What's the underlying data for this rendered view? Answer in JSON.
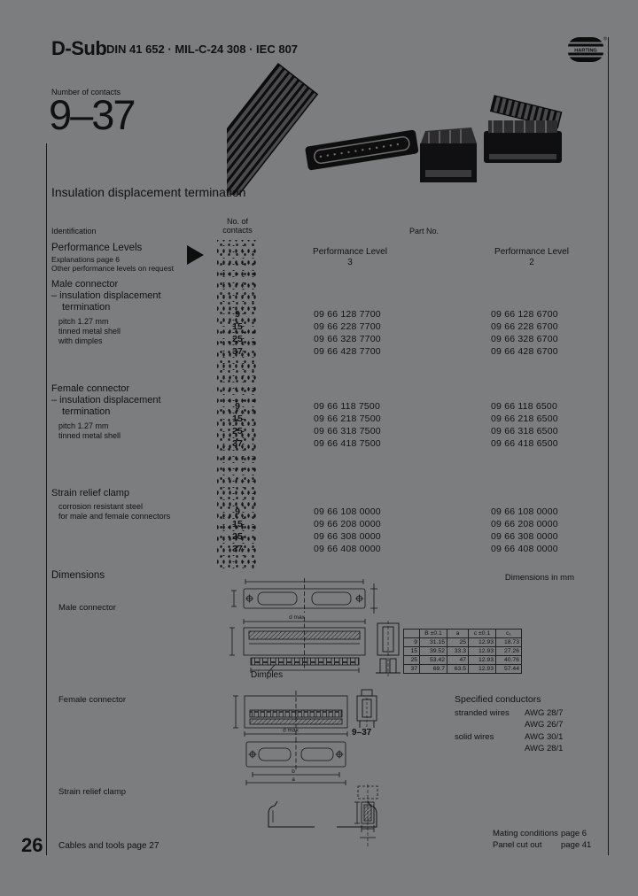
{
  "header": {
    "title": "D-Sub",
    "standards": "DIN 41 652 · MIL-C-24 308 · IEC 807",
    "brand": "HARTING",
    "registered": "®"
  },
  "intro": {
    "contacts_label": "Number of contacts",
    "contacts_range": "9–37",
    "section_title": "Insulation displacement termination"
  },
  "columns": {
    "identification": "Identification",
    "contacts_line1": "No. of",
    "contacts_line2": "contacts",
    "part_no": "Part No."
  },
  "performance": {
    "title": "Performance Levels",
    "note1": "Explanations page 6",
    "note2": "Other performance levels on request",
    "level3_label": "Performance Level",
    "level3_value": "3",
    "level2_label": "Performance Level",
    "level2_value": "2"
  },
  "groups": [
    {
      "name": "Male connector",
      "desc1": "– insulation displacement",
      "desc2": "termination",
      "notes": [
        "pitch 1.27 mm",
        "tinned metal shell",
        "with dimples"
      ],
      "rows": [
        {
          "contacts": "9",
          "pl3": "09 66 128 7700",
          "pl2": "09 66 128 6700"
        },
        {
          "contacts": "15",
          "pl3": "09 66 228 7700",
          "pl2": "09 66 228 6700"
        },
        {
          "contacts": "25",
          "pl3": "09 66 328 7700",
          "pl2": "09 66 328 6700"
        },
        {
          "contacts": "37",
          "pl3": "09 66 428 7700",
          "pl2": "09 66 428 6700"
        }
      ]
    },
    {
      "name": "Female connector",
      "desc1": "– insulation displacement",
      "desc2": "termination",
      "notes": [
        "pitch 1.27 mm",
        "tinned metal shell"
      ],
      "rows": [
        {
          "contacts": "9",
          "pl3": "09 66 118 7500",
          "pl2": "09 66 118 6500"
        },
        {
          "contacts": "15",
          "pl3": "09 66 218 7500",
          "pl2": "09 66 218 6500"
        },
        {
          "contacts": "25",
          "pl3": "09 66 318 7500",
          "pl2": "09 66 318 6500"
        },
        {
          "contacts": "37",
          "pl3": "09 66 418 7500",
          "pl2": "09 66 418 6500"
        }
      ]
    },
    {
      "name": "Strain relief clamp",
      "notes": [
        "corrosion resistant steel",
        "for male and female connectors"
      ],
      "rows": [
        {
          "contacts": "9",
          "pl3": "09 66 108 0000",
          "pl2": "09 66 108 0000"
        },
        {
          "contacts": "15",
          "pl3": "09 66 208 0000",
          "pl2": "09 66 208 0000"
        },
        {
          "contacts": "25",
          "pl3": "09 66 308 0000",
          "pl2": "09 66 308 0000"
        },
        {
          "contacts": "37",
          "pl3": "09 66 408 0000",
          "pl2": "09 66 408 0000"
        }
      ]
    }
  ],
  "dimensions": {
    "title": "Dimensions",
    "unit_note": "Dimensions in mm",
    "male_label": "Male connector",
    "female_label": "Female connector",
    "clamp_label": "Strain relief clamp",
    "dimples_label": "Dimples",
    "range_label": "9–37",
    "labels": {
      "d_max": "d max",
      "a": "a",
      "b": "b"
    },
    "dim_table": {
      "headers": [
        "",
        "B ±0.1",
        "a",
        "c ±0.1",
        "c₁"
      ],
      "rows": [
        [
          "9",
          "31.15",
          "25",
          "12.93",
          "18.73"
        ],
        [
          "15",
          "39.52",
          "33.3",
          "12.93",
          "27.26"
        ],
        [
          "25",
          "53.42",
          "47",
          "12.93",
          "40.76"
        ],
        [
          "37",
          "69.7",
          "63.5",
          "12.93",
          "57.44"
        ]
      ]
    },
    "conductors": {
      "title": "Specified conductors",
      "stranded_label": "stranded wires",
      "stranded_values": [
        "AWG 28/7",
        "AWG 26/7"
      ],
      "solid_label": "solid wires",
      "solid_values": [
        "AWG 30/1",
        "AWG 28/1"
      ]
    }
  },
  "footer": {
    "page_number": "26",
    "left_note": "Cables and tools page 27",
    "refs": [
      {
        "label": "Mating conditions",
        "page": "page 6"
      },
      {
        "label": "Panel cut out",
        "page": "page 41"
      }
    ]
  }
}
